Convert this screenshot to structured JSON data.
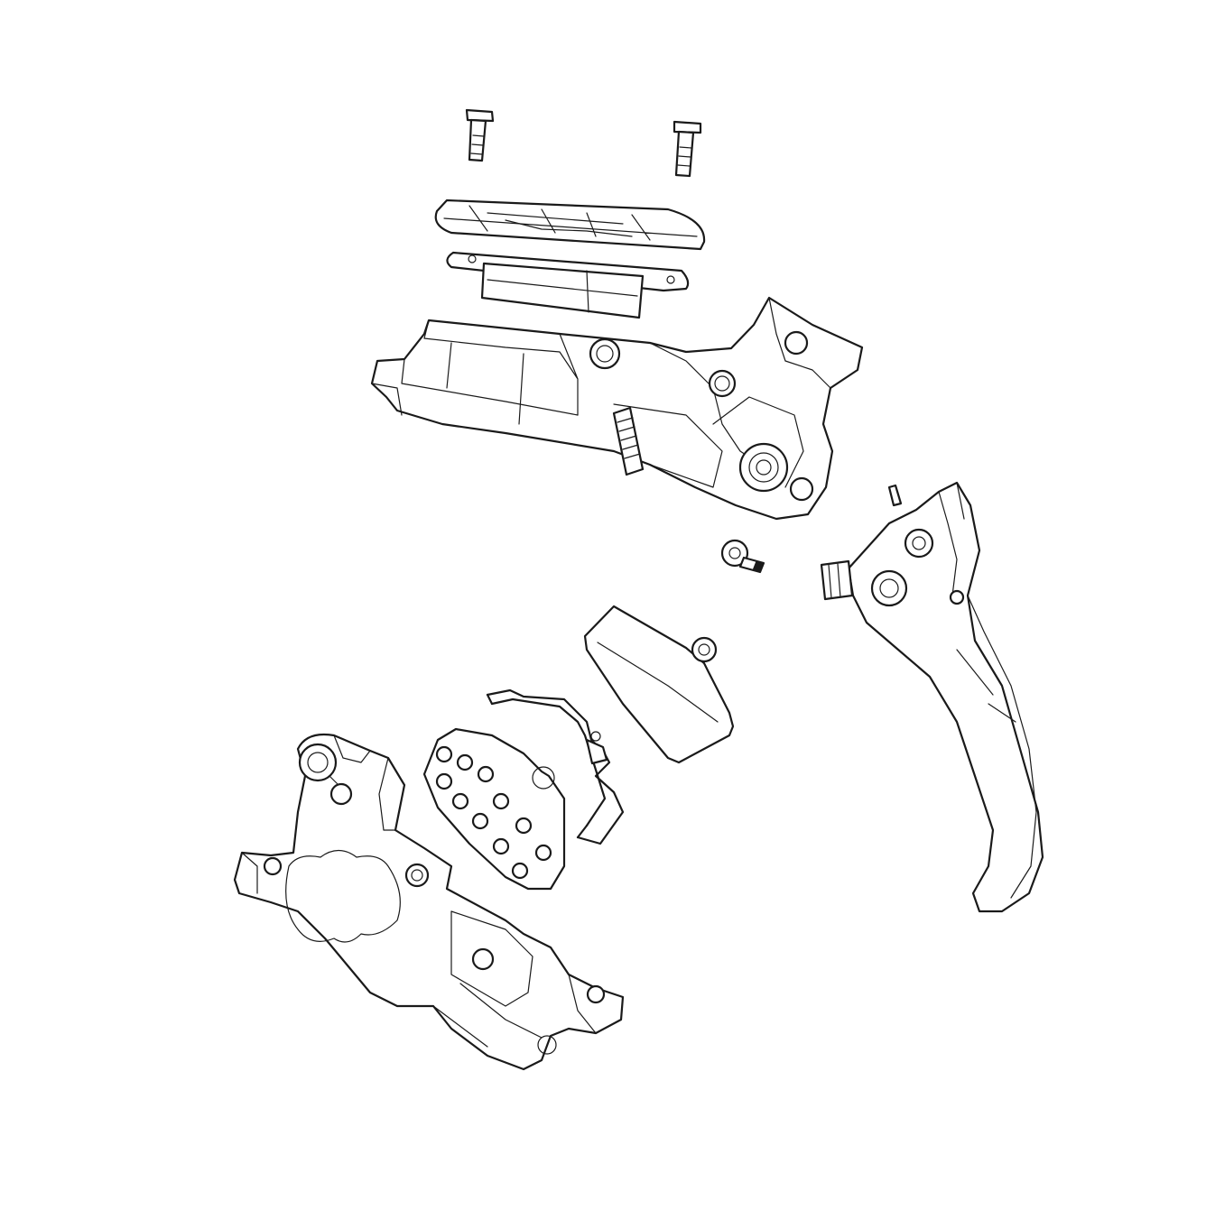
{
  "diagram": {
    "type": "exploded-view",
    "parts": [
      {
        "id": "screw-left",
        "icon": "bolt-icon"
      },
      {
        "id": "screw-right",
        "icon": "bolt-icon"
      },
      {
        "id": "reservoir-cap",
        "icon": "cap-icon"
      },
      {
        "id": "reservoir-diaphragm",
        "icon": "diaphragm-icon"
      },
      {
        "id": "master-cylinder-body",
        "icon": "lever-body-icon"
      },
      {
        "id": "small-screw",
        "icon": "torx-screw-icon"
      },
      {
        "id": "brake-lever-blade",
        "icon": "lever-blade-icon"
      },
      {
        "id": "brake-pad-outer",
        "icon": "brake-pad-icon"
      },
      {
        "id": "pad-spring-clip",
        "icon": "spring-clip-icon"
      },
      {
        "id": "brake-pad-inner",
        "icon": "brake-pad-icon"
      },
      {
        "id": "caliper-body",
        "icon": "caliper-icon"
      }
    ],
    "line_color": "#1a1a1a",
    "background": "#ffffff"
  }
}
